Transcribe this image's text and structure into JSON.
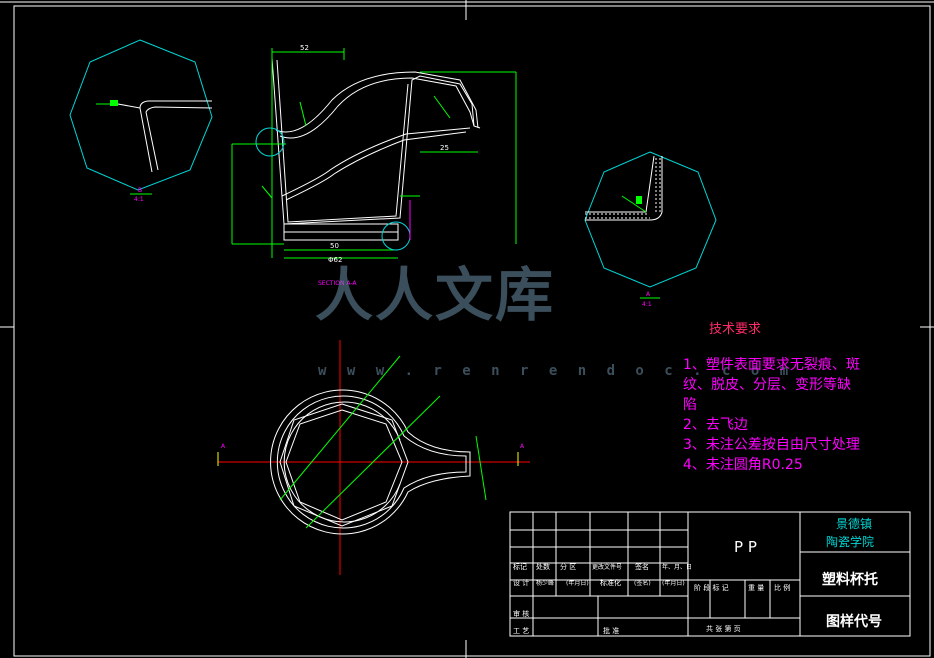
{
  "watermark": {
    "text": "人人文库",
    "url": "w w w . r e n r e n d o c . c o m"
  },
  "tech_requirements": {
    "title": "技术要求",
    "lines": [
      "1、塑件表面要求无裂痕、斑",
      "纹、脱皮、分层、变形等缺",
      "陷",
      "2、去飞边",
      "3、未注公差按自由尺寸处理",
      "4、未注圆角R0.25"
    ]
  },
  "section_label": "SECTION A-A",
  "detail_labels": {
    "left": "B",
    "left_scale": "4:1",
    "right": "A",
    "right_scale": "4:1"
  },
  "dimensions": {
    "top_width": "52",
    "bottom_width": "50",
    "bottom_dia": "Φ62",
    "handle": "25"
  },
  "section_markers": {
    "left": "A",
    "right": "A"
  },
  "title_block": {
    "material": "P P",
    "school_line1": "景德镇",
    "school_line2": "陶瓷学院",
    "part_name": "塑料杯托",
    "drawing_code": "图样代号",
    "hdr_biaoji": "标记",
    "hdr_chushu": "处数",
    "hdr_fenqu": "分 区",
    "hdr_wenjian": "更改文件号",
    "hdr_qianming": "签名",
    "hdr_date": "年、月、日",
    "row_sheji": "设 计",
    "row_name": "杨少峰",
    "row_date": "(年月日)",
    "row_biaozhun": "标准化",
    "row_sign": "(签名)",
    "row_date2": "(年月日)",
    "row_shenhe": "审 核",
    "row_gongyi": "工 艺",
    "row_pizhun": "批 准",
    "stage": "阶 段 标 记",
    "weight": "重 量",
    "scale": "比 例",
    "sheets": "共   张   第   页"
  }
}
